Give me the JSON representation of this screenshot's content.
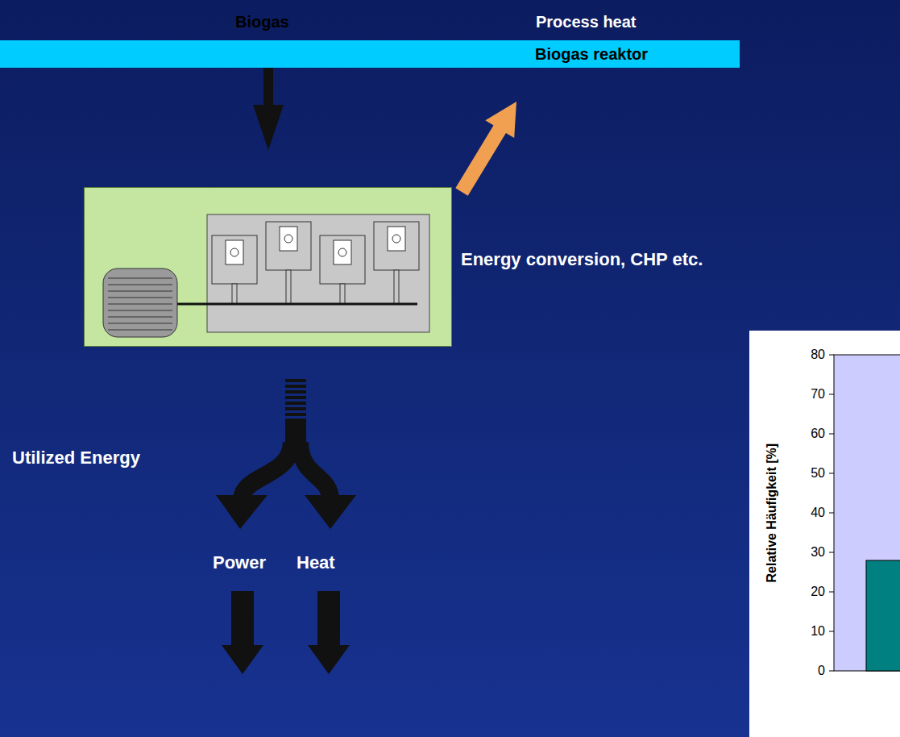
{
  "diagram": {
    "nodes": [
      {
        "text": [
          "Biogas reaktor"
        ]
      },
      {
        "text": [
          "Energy conversion, CHP etc."
        ]
      }
    ],
    "edges": [
      {
        "from": 0,
        "to": 1,
        "arrow": "to"
      },
      {
        "from": 1,
        "to": 0,
        "arrow": "to"
      }
    ],
    "labels": [
      "Biogas",
      "Process heat",
      "Utilized Energy",
      "Power",
      "Heat",
      "80",
      "70",
      "60",
      "50",
      "40",
      "30",
      "20",
      "10",
      "0",
      "Relative Häufigkeit [%]"
    ]
  }
}
